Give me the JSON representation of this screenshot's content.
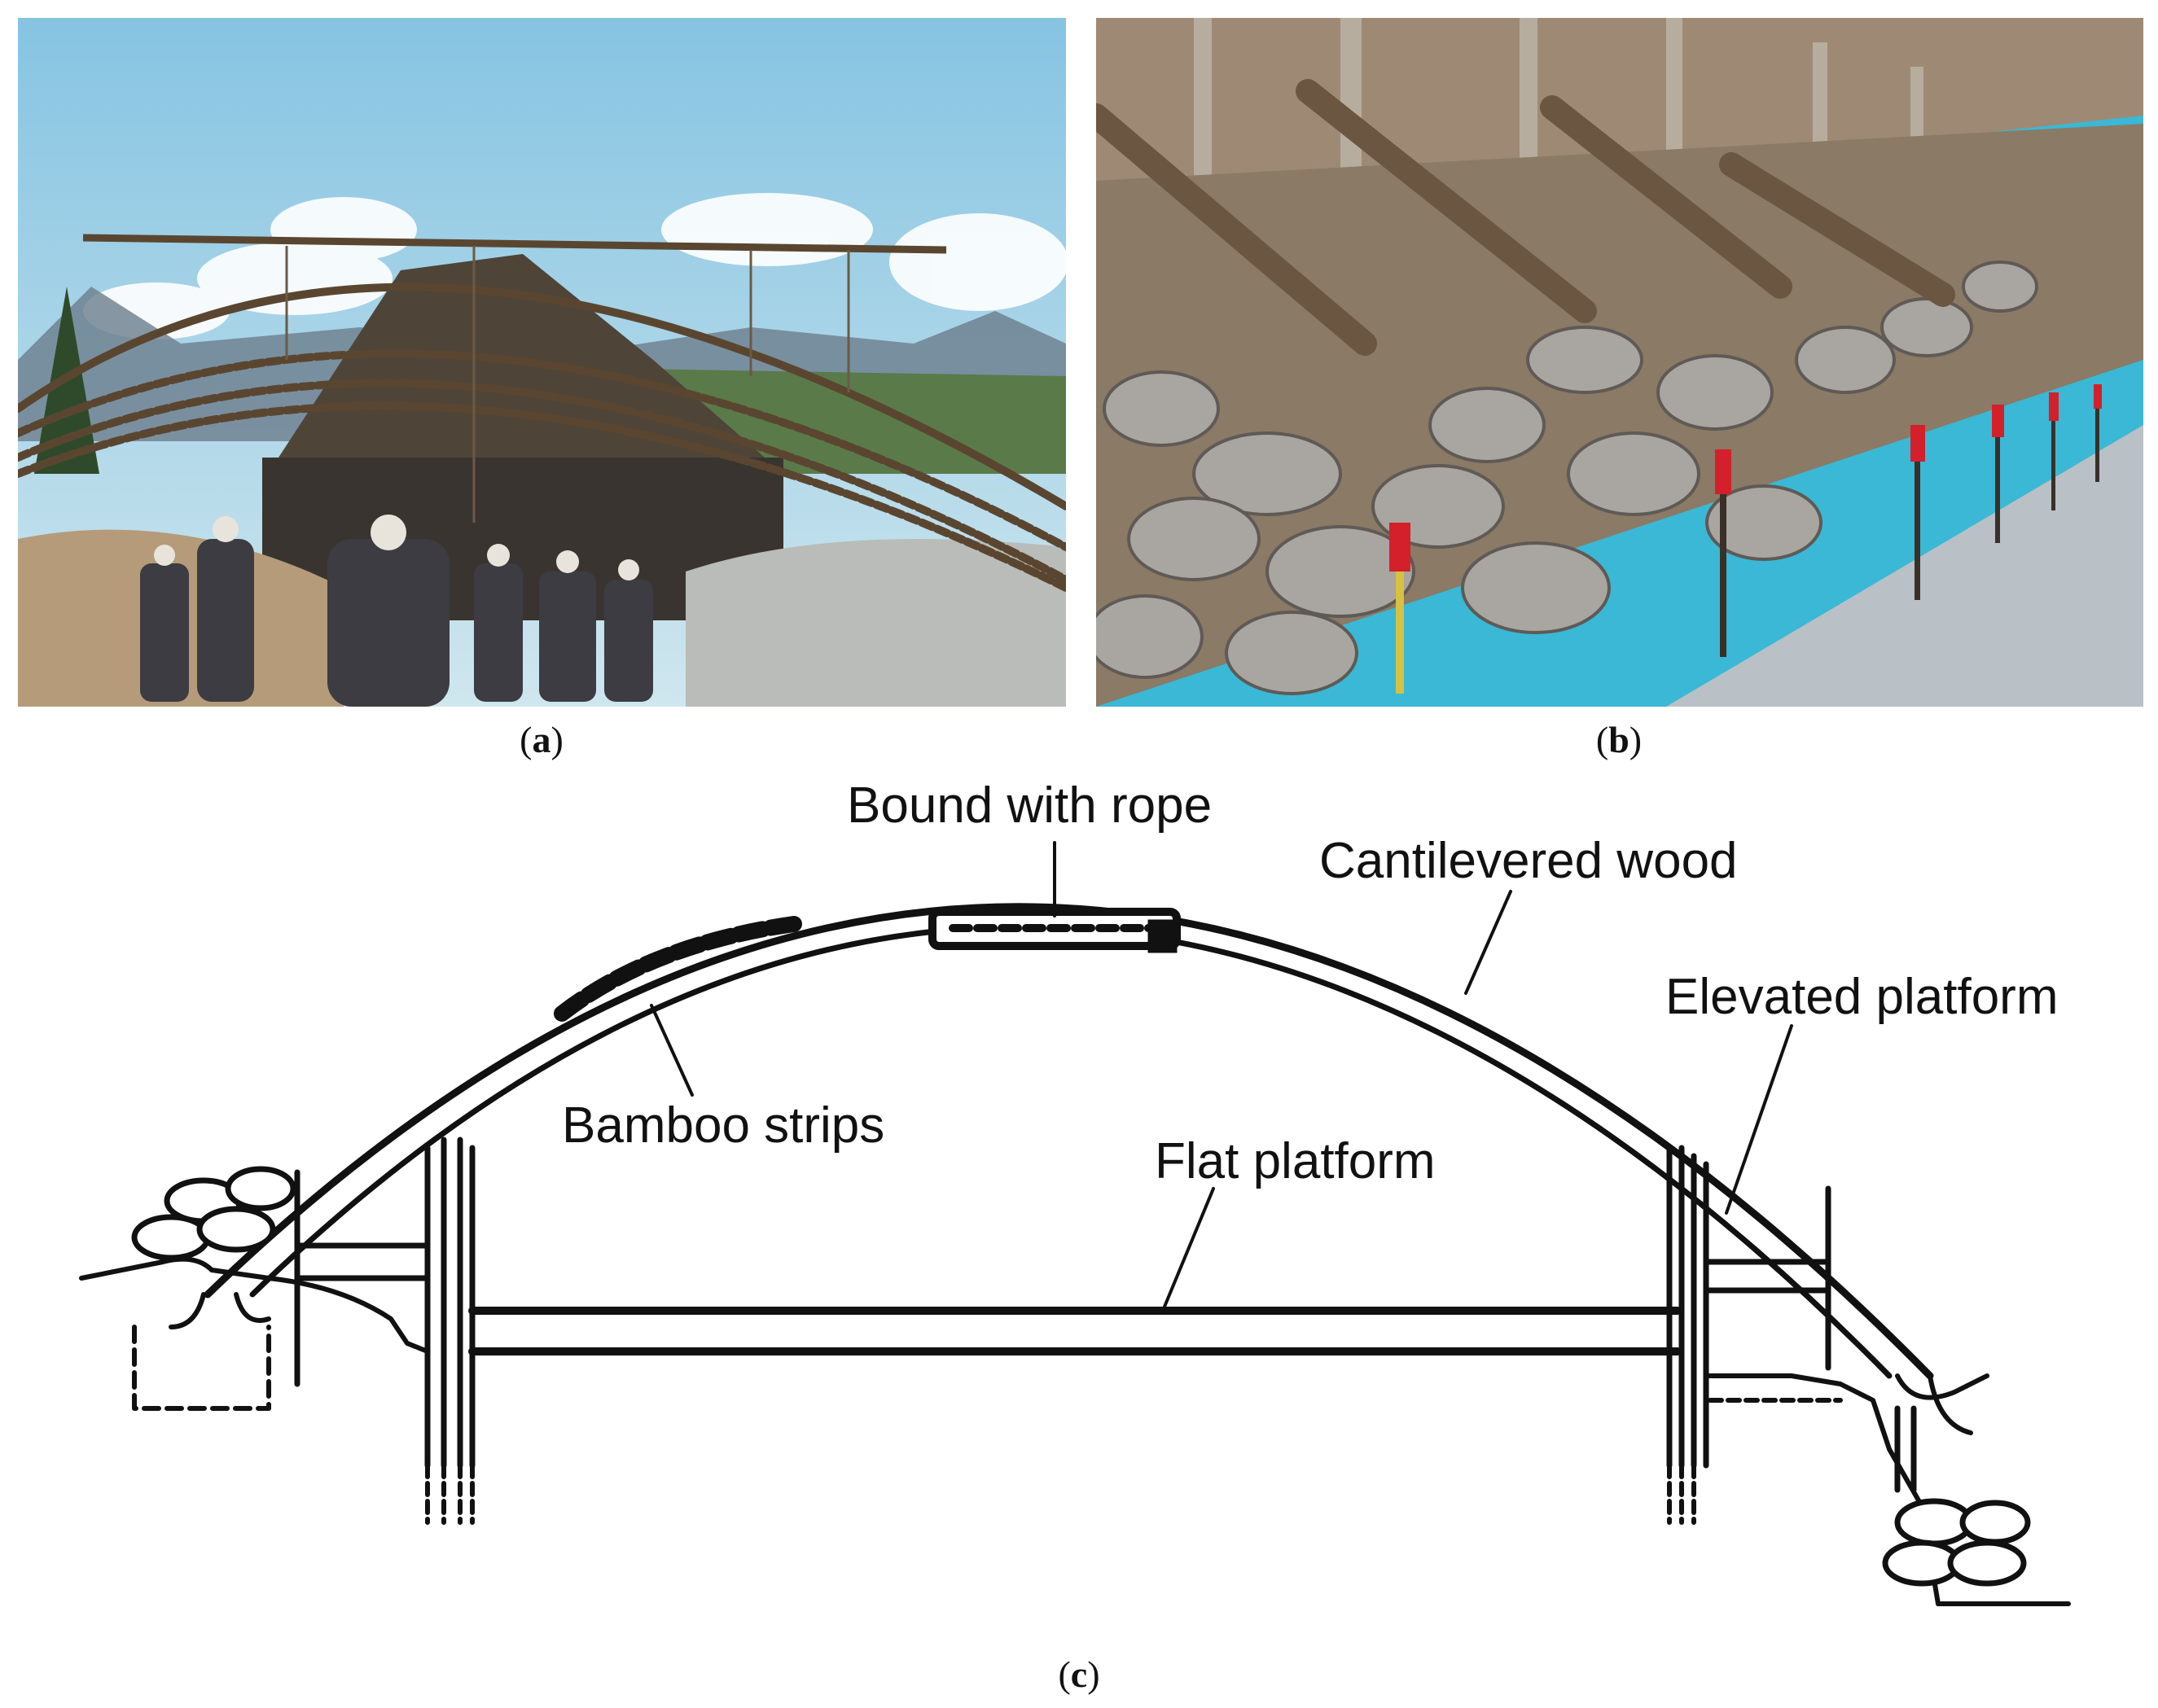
{
  "captions": {
    "a": "a",
    "b": "b",
    "c": "c"
  },
  "labels": {
    "bound_with_rope": "Bound with rope",
    "cantilevered_wood": "Cantilevered wood",
    "elevated_platform": "Elevated platform",
    "bamboo_strips": "Bamboo strips",
    "flat_platform": "Flat platform"
  },
  "colors": {
    "sky": "#8fc9e6",
    "wood": "#5a4630",
    "stone": "#9a9590",
    "marker_red": "#d4202a",
    "ink": "#111111"
  }
}
